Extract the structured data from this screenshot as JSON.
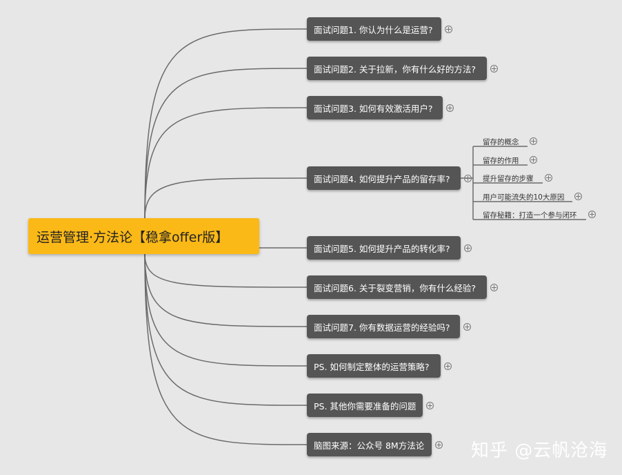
{
  "root": {
    "label": "运营管理·方法论【稳拿offer版】"
  },
  "topics": [
    {
      "label": "面试问题1. 你认为什么是运营?"
    },
    {
      "label": "面试问题2. 关于拉新，你有什么好的方法?"
    },
    {
      "label": "面试问题3. 如何有效激活用户?"
    },
    {
      "label": "面试问题4. 如何提升产品的留存率?"
    },
    {
      "label": "面试问题5. 如何提升产品的转化率?"
    },
    {
      "label": "面试问题6. 关于裂变营销，你有什么经验?"
    },
    {
      "label": "面试问题7. 你有数据运营的经验吗?"
    },
    {
      "label": "PS. 如何制定整体的运营策略?"
    },
    {
      "label": "PS. 其他你需要准备的问题"
    },
    {
      "label": "脑图来源：公众号 8M方法论"
    }
  ],
  "subtopics": [
    {
      "label": "留存的概念"
    },
    {
      "label": "留存的作用"
    },
    {
      "label": "提升留存的步骤"
    },
    {
      "label": "用户可能流失的10大原因"
    },
    {
      "label": "留存秘籍：打造一个参与闭环"
    }
  ],
  "watermark": "知乎 @云帆沧海",
  "colors": {
    "root": "#fbb917",
    "node": "#555555",
    "background": "#e7e7e7"
  }
}
